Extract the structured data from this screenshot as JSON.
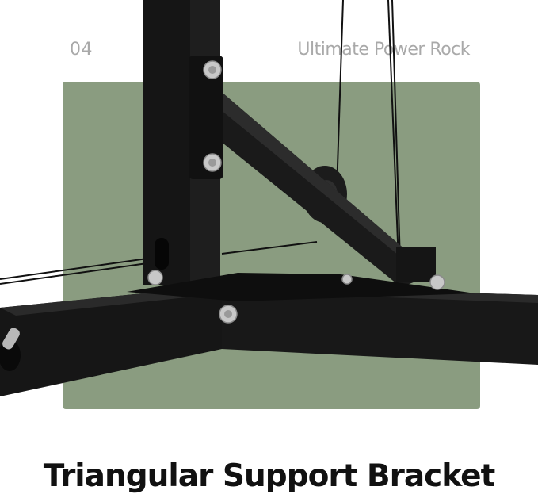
{
  "header": {
    "number": "04",
    "brand": "Ultimate Power Rock"
  },
  "caption": "Triangular Support Bracket",
  "colors": {
    "panel": "#8a9c80",
    "steel": "#141414",
    "bolt": "#c8c8c8",
    "header_text": "#a9a9a9",
    "caption_text": "#111111"
  }
}
